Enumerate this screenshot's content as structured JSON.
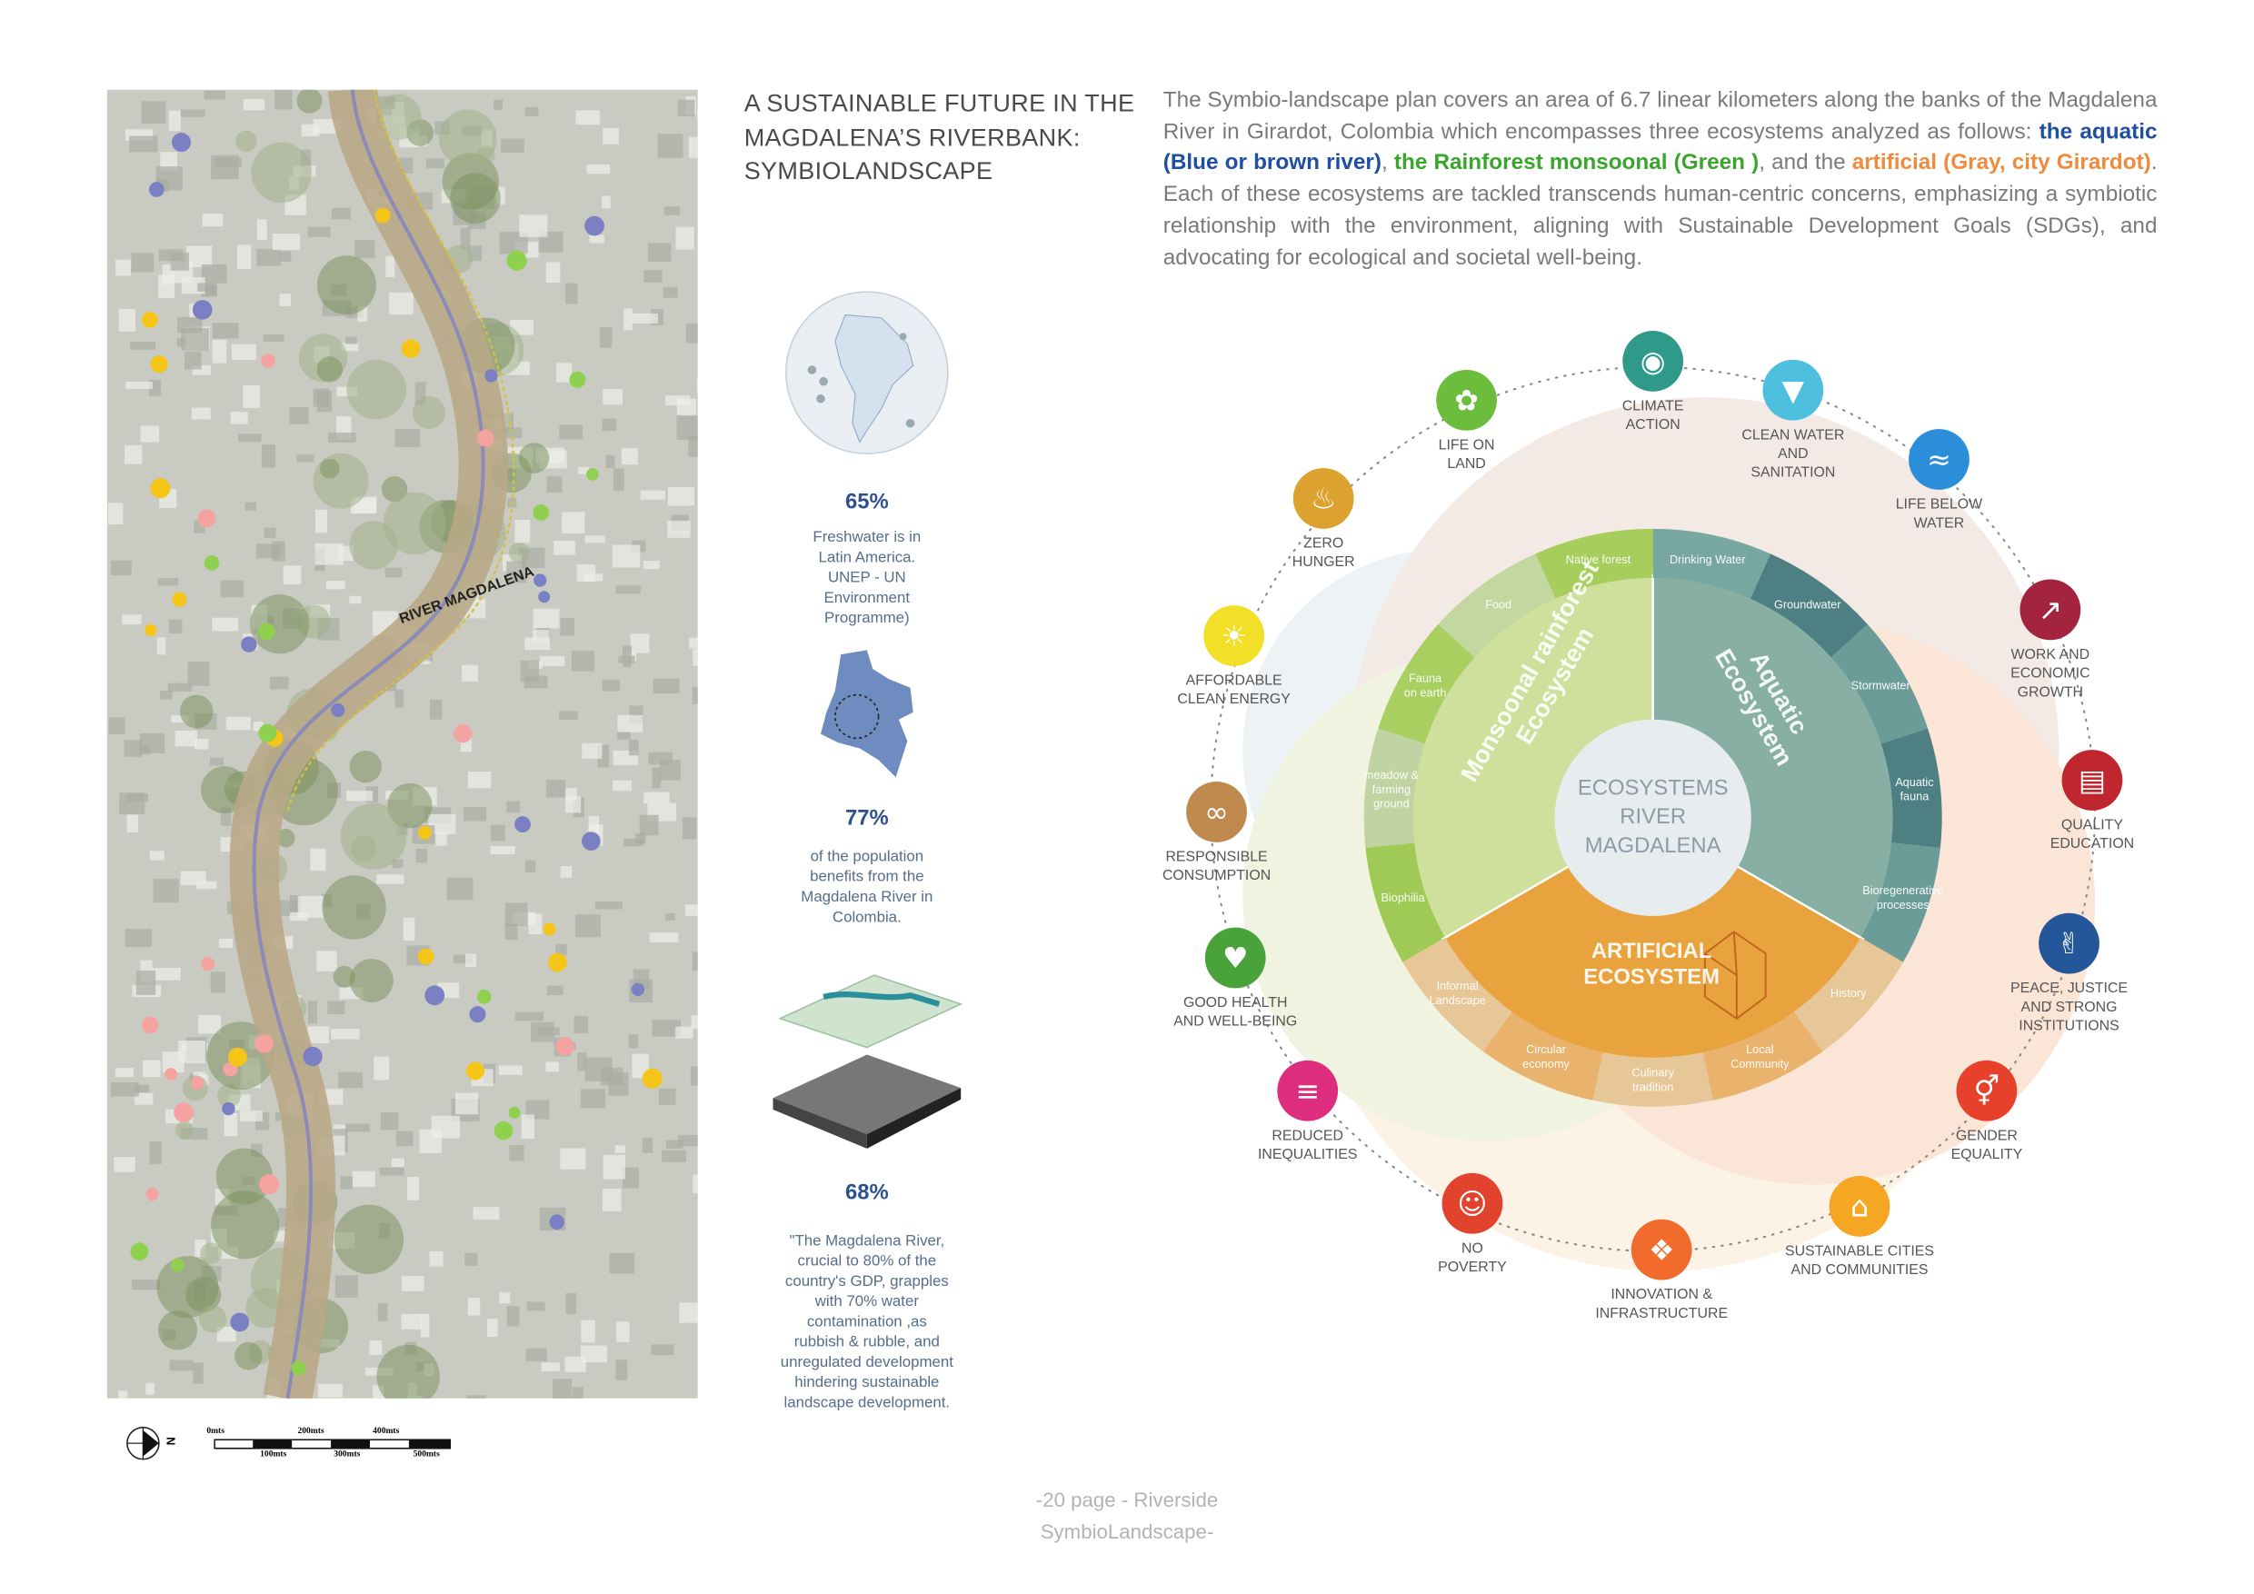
{
  "map": {
    "river_label": "RIVER MAGDALENA",
    "scale_bar": {
      "north": "N",
      "labels_top": [
        "0mts",
        "200mts",
        "400mts"
      ],
      "labels_bottom": [
        "100mts",
        "300mts",
        "500mts"
      ]
    }
  },
  "title": {
    "lines": [
      "A SUSTAINABLE FUTURE IN THE",
      "MAGDALENA’S RIVERBANK:",
      "SYMBIOLANDSCAPE"
    ]
  },
  "intro": {
    "part1": "The Symbio-landscape plan covers an area of 6.7 linear kilometers along the banks of the Magdalena River in Girardot, Colombia which encompasses three ecosystems analyzed as follows: ",
    "aquatic": "the aquatic (Blue or brown river)",
    "sep1": ", ",
    "rainforest": "the Rainforest monsoonal (Green )",
    "sep2": ", and the ",
    "artificial": "artificial (Gray, city Girardot)",
    "part2": ". Each of these ecosystems are tackled transcends human-centric concerns, emphasizing a symbiotic relationship with the environment, aligning with Sustainable Development Goals (SDGs), and advocating for ecological and societal well-being.",
    "colors": {
      "aquatic": "#1f4fa3",
      "rainforest": "#3aa52c",
      "artificial": "#f08a3c"
    }
  },
  "stats": [
    {
      "value": "65%",
      "text": "Freshwater is in\nLatin America.\nUNEP - UN\nEnvironment\nProgramme)",
      "image": "south-america-globe"
    },
    {
      "value": "77%",
      "text": "of the population\nbenefits from the\nMagdalena River in\nColombia.",
      "image": "colombia-map"
    },
    {
      "value": "68%",
      "text": "\"The Magdalena River,\ncrucial to 80% of the\ncountry's GDP, grapples\nwith 70% water\ncontamination ,as\nrubbish & rubble, and\nunregulated development\nhindering sustainable\nlandscape development.",
      "image": "layered-terrain-maps"
    }
  ],
  "diagram": {
    "center": "ECOSYSTEMS\nRIVER\nMAGDALENA",
    "ecosystems": [
      {
        "name": "Monsoonal rainforest\nEcosystem",
        "color": "#cfe09d",
        "segments": [
          "Native forest",
          "Food",
          "Fauna\non earth",
          "meadow &\nfarming\nground",
          "Biophilia"
        ],
        "segment_colors": [
          "#a7cd5d",
          "#c3d7a0",
          "#a9cf61",
          "#c0d3a2",
          "#a0ca56"
        ]
      },
      {
        "name": "Aquatic\nEcosystem",
        "color": "#87afa3",
        "segments": [
          "Drinking Water",
          "Groundwater",
          "Stormwater",
          "Aquatic\nfauna",
          "Bioregenerative\nprocesses"
        ],
        "segment_colors": [
          "#78a6a0",
          "#4e8083",
          "#6c9c98",
          "#4e8083",
          "#6c9c98"
        ]
      },
      {
        "name": "ARTIFICIAL\nECOSYSTEM",
        "color": "#e8a33e",
        "segments": [
          "History",
          "Local\nCommunity",
          "Culinary\ntradition",
          "Circular\neconomy",
          "Informal\nLandscape"
        ],
        "segment_colors": [
          "#e7c797",
          "#e9b36d",
          "#e7c797",
          "#e9b36d",
          "#e7c797"
        ]
      }
    ],
    "sdgs": [
      {
        "label": "CLIMATE\nACTION",
        "icon": "eye-icon",
        "glyph": "◉",
        "color": "#2f9a8a"
      },
      {
        "label": "CLEAN WATER\nAND\nSANITATION",
        "icon": "water-glass-icon",
        "glyph": "▼",
        "color": "#4fbfe0"
      },
      {
        "label": "LIFE BELOW\nWATER",
        "icon": "fish-icon",
        "glyph": "≈",
        "color": "#2a8fd8"
      },
      {
        "label": "WORK AND\nECONOMIC\nGROWTH",
        "icon": "growth-chart-icon",
        "glyph": "↗",
        "color": "#a4233e"
      },
      {
        "label": "QUALITY\nEDUCATION",
        "icon": "book-icon",
        "glyph": "▤",
        "color": "#c0262d"
      },
      {
        "label": "PEACE, JUSTICE\nAND STRONG\nINSTITUTIONS",
        "icon": "dove-icon",
        "glyph": "✌",
        "color": "#23579a"
      },
      {
        "label": "GENDER\nEQUALITY",
        "icon": "gender-icon",
        "glyph": "⚥",
        "color": "#e8412b"
      },
      {
        "label": "SUSTAINABLE CITIES\nAND COMMUNITIES",
        "icon": "city-icon",
        "glyph": "⌂",
        "color": "#f5a623"
      },
      {
        "label": "INNOVATION &\nINFRASTRUCTURE",
        "icon": "cubes-icon",
        "glyph": "❖",
        "color": "#f06b2c"
      },
      {
        "label": "NO\nPOVERTY",
        "icon": "family-icon",
        "glyph": "☺",
        "color": "#e2432f"
      },
      {
        "label": "REDUCED\nINEQUALITIES",
        "icon": "equals-icon",
        "glyph": "≡",
        "color": "#de2d7e"
      },
      {
        "label": "GOOD HEALTH\nAND WELL-BEING",
        "icon": "heartbeat-icon",
        "glyph": "♥",
        "color": "#4aa23b"
      },
      {
        "label": "RESPONSIBLE\nCONSUMPTION",
        "icon": "infinity-icon",
        "glyph": "∞",
        "color": "#c08a4e"
      },
      {
        "label": "AFFORDABLE\nCLEAN ENERGY",
        "icon": "sun-icon",
        "glyph": "☀",
        "color": "#f2df28"
      },
      {
        "label": "ZERO\nHUNGER",
        "icon": "bowl-icon",
        "glyph": "♨",
        "color": "#dca12e"
      },
      {
        "label": "LIFE ON\nLAND",
        "icon": "tree-icon",
        "glyph": "✿",
        "color": "#6cbd3c"
      }
    ]
  },
  "footer": {
    "line1": "-20 page - Riverside",
    "line2": "SymbioLandscape-"
  }
}
